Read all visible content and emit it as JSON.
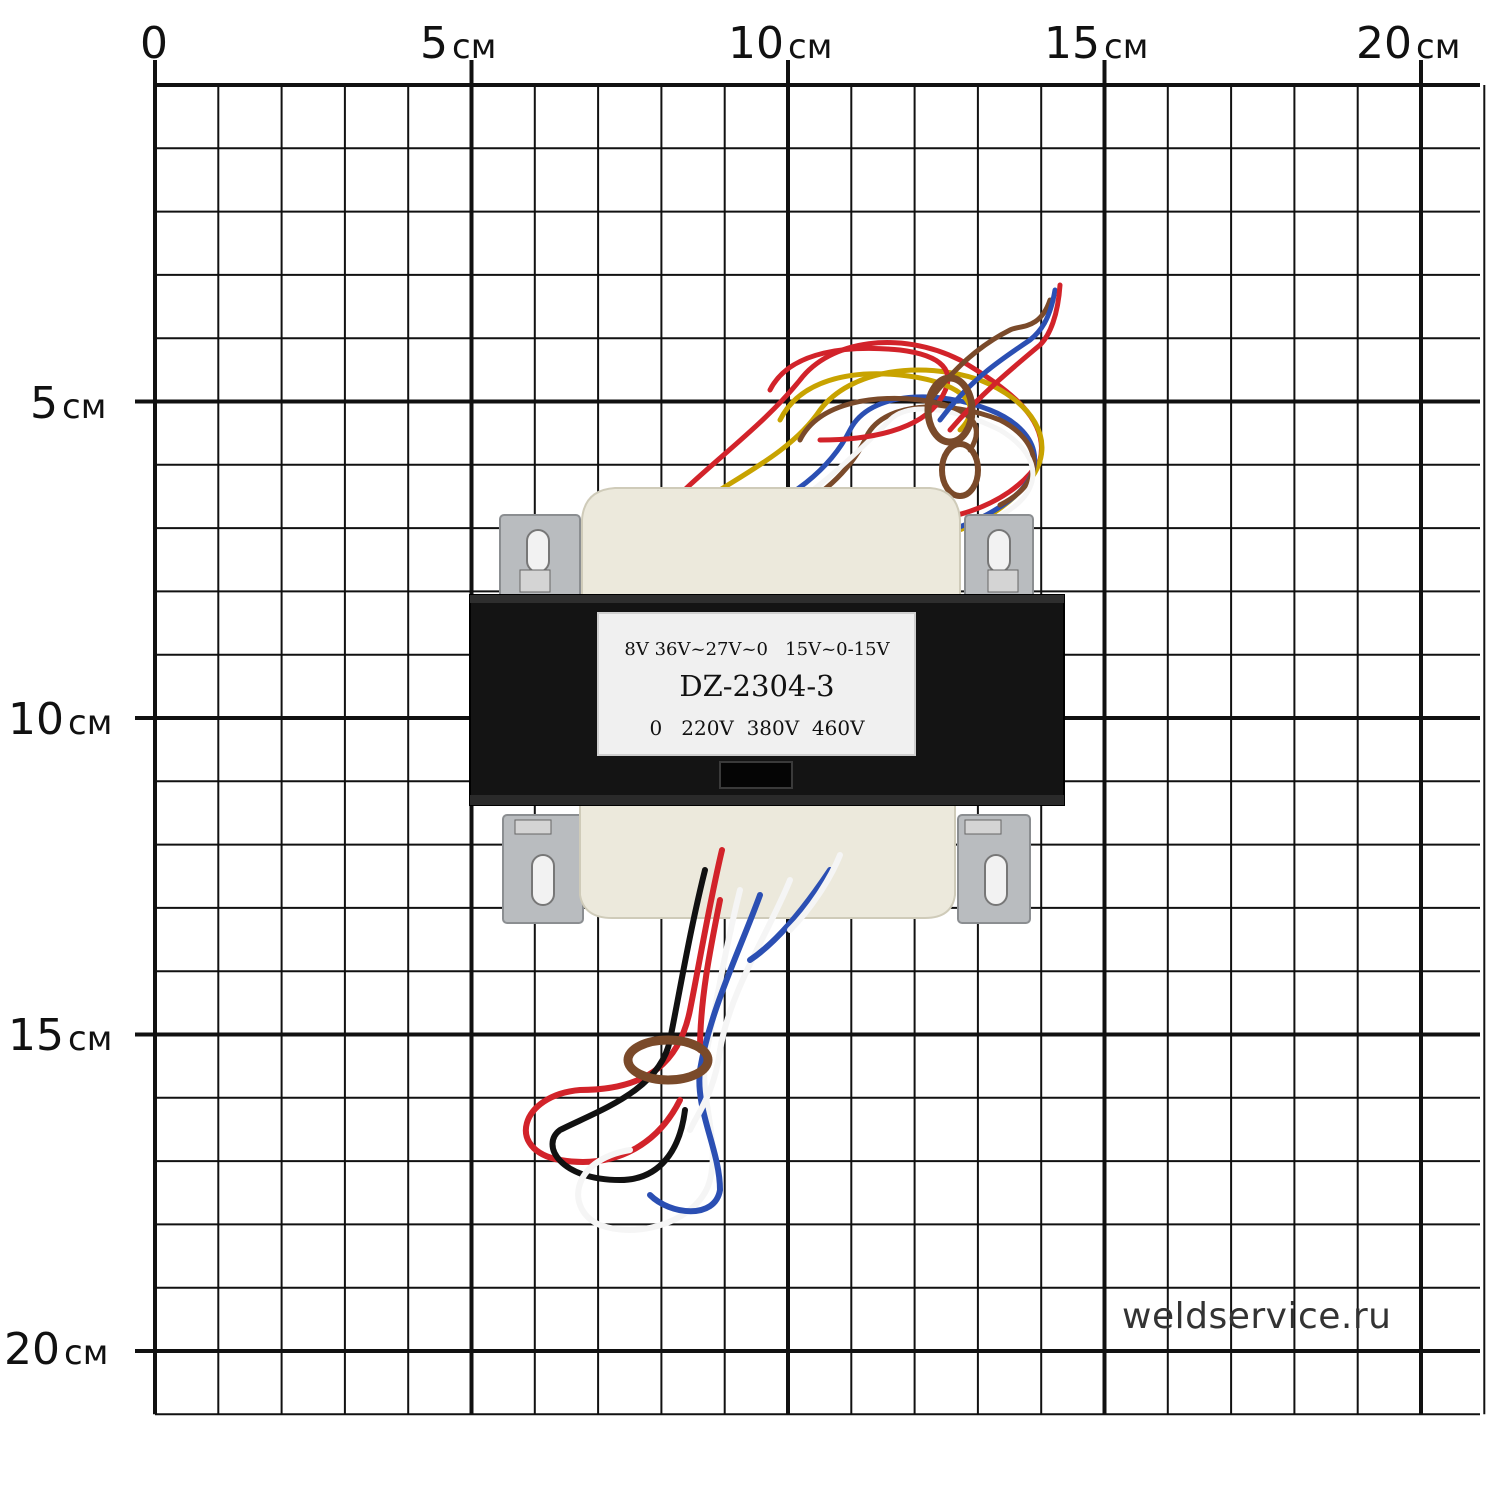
{
  "ruler": {
    "unit": "см",
    "top": [
      "0",
      "5",
      "10",
      "15",
      "20"
    ],
    "left": [
      "5",
      "10",
      "15",
      "20"
    ]
  },
  "product": {
    "label_line1": "8V 36V~27V~0   15V~0-15V",
    "label_model": "DZ-2304-3",
    "label_line3": "0   220V  380V  460V"
  },
  "watermark": "weldservice.ru",
  "colors": {
    "grid": "#111111",
    "core": "#141414",
    "label_plate": "#f0f0f0",
    "bobbin": "#ece9dc",
    "bracket": "#b9bcbf",
    "wires": [
      "#d2232a",
      "#c8a300",
      "#2b4fb3",
      "#7a4a2a",
      "#111111",
      "#f5f5f5"
    ]
  }
}
